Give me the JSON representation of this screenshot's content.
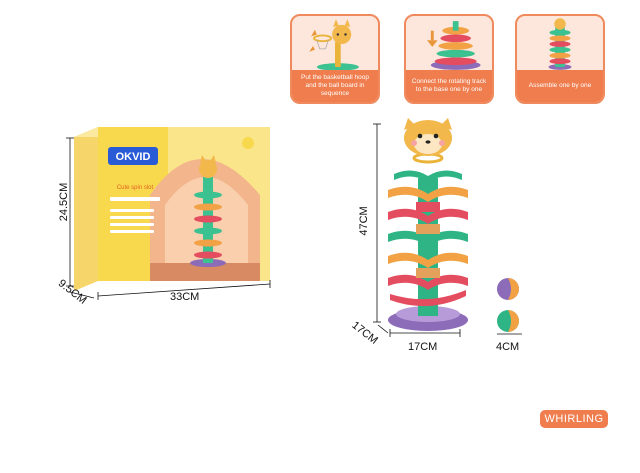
{
  "steps": [
    {
      "caption": "Put the basketball hoop and the ball board in sequence"
    },
    {
      "caption": "Connect the rotating track to the base one by one"
    },
    {
      "caption": "Assemble one by one"
    }
  ],
  "box": {
    "logo": "OKVID",
    "name": "Cute spin slot",
    "dims": {
      "height": "24.5CM",
      "depth": "9.5CM",
      "width": "33CM"
    }
  },
  "tower": {
    "dims": {
      "height": "47CM",
      "depth": "17CM",
      "width": "17CM"
    }
  },
  "balls": {
    "dim": "4CM"
  },
  "brand": "WHIRLING"
}
